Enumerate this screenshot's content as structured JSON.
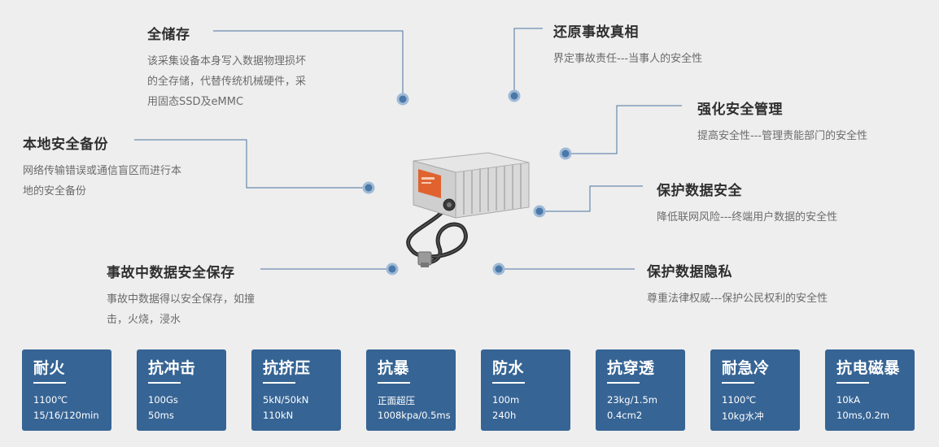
{
  "features": [
    {
      "id": "full-storage",
      "title": "全储存",
      "lines": [
        "该采集设备本身写入数据物理损坏",
        "的全存储，代替传统机械硬件，采",
        "用固态SSD及eMMC"
      ]
    },
    {
      "id": "local-backup",
      "title": "本地安全备份",
      "lines": [
        "网络传输错误或通信盲区而进行本",
        "地的安全备份"
      ]
    },
    {
      "id": "accident-save",
      "title": "事故中数据安全保存",
      "lines": [
        "事故中数据得以安全保存，如撞",
        "击，火烧，浸水"
      ]
    },
    {
      "id": "restore-truth",
      "title": "还原事故真相",
      "lines": [
        "界定事故责任---当事人的安全性"
      ]
    },
    {
      "id": "safety-management",
      "title": "强化安全管理",
      "lines": [
        "提高安全性---管理责能部门的安全性"
      ]
    },
    {
      "id": "data-security",
      "title": "保护数据安全",
      "lines": [
        "降低联网风险---终端用户数据的安全性"
      ]
    },
    {
      "id": "data-privacy",
      "title": "保护数据隐私",
      "lines": [
        "尊重法律权威---保护公民权利的安全性"
      ]
    }
  ],
  "cards": [
    {
      "title": "耐火",
      "line1": "1100℃",
      "line2": "15/16/120min"
    },
    {
      "title": "抗冲击",
      "line1": "100Gs",
      "line2": "50ms"
    },
    {
      "title": "抗挤压",
      "line1": "5kN/50kN",
      "line2": "110kN"
    },
    {
      "title": "抗暴",
      "line1": "正面超压",
      "line2": "1008kpa/0.5ms"
    },
    {
      "title": "防水",
      "line1": "100m",
      "line2": "240h"
    },
    {
      "title": "抗穿透",
      "line1": "23kg/1.5m",
      "line2": "0.4cm2"
    },
    {
      "title": "耐急冷",
      "line1": "1100℃",
      "line2": "10kg水冲"
    },
    {
      "title": "抗电磁暴",
      "line1": "10kA",
      "line2": "10ms,0.2m"
    }
  ],
  "colors": {
    "accent": "#366494",
    "dot": "#4a78a8",
    "background": "#eeeeee"
  }
}
